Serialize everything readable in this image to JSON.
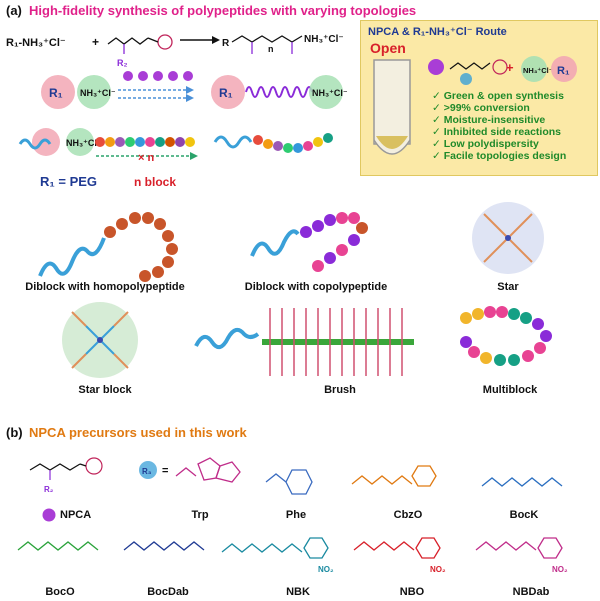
{
  "colors": {
    "magenta": "#e0218a",
    "orange": "#e07a12",
    "peg_blue": "#3aa0d8",
    "box_fill": "#fbe9a6",
    "green": "#1f8a2a",
    "red": "#d8202a"
  },
  "section_a": {
    "letter": "(a)",
    "title": "High-fidelity synthesis of polypeptides with varying topologies",
    "reaction": {
      "reagent_left": "R₁-NH₃⁺Cl⁻",
      "plus": "+",
      "product_end": "NH₃⁺Cl⁻",
      "r2": "R₂",
      "n": "n"
    },
    "scheme": {
      "r1": "R₁",
      "nh3": "NH₃⁺Cl⁻",
      "times_n": "× n",
      "n_block": "n block",
      "r1_peg": "R₁ = PEG"
    },
    "box": {
      "title": "NPCA & R₁-NH₃⁺Cl⁻ Route",
      "open": "Open",
      "plus": "+",
      "checks": [
        "Green & open synthesis",
        ">99% conversion",
        "Moisture-insensitive",
        "Inhibited side reactions",
        "Low polydispersity",
        "Facile topologies design"
      ]
    },
    "topologies": {
      "diblock_homo": "Diblock with homopolypeptide",
      "diblock_co": "Diblock with copolypeptide",
      "star": "Star",
      "star_block": "Star block",
      "brush": "Brush",
      "multiblock": "Multiblock"
    }
  },
  "section_b": {
    "letter": "(b)",
    "title": "NPCA precursors used in this work",
    "precursors": [
      "NPCA",
      "Trp",
      "Phe",
      "CbzO",
      "BocK",
      "BocO",
      "BocDab",
      "NBK",
      "NBO",
      "NBDab"
    ],
    "no2": "NO₂",
    "r2": "R₂",
    "r3": "R₃",
    "eq": "="
  }
}
